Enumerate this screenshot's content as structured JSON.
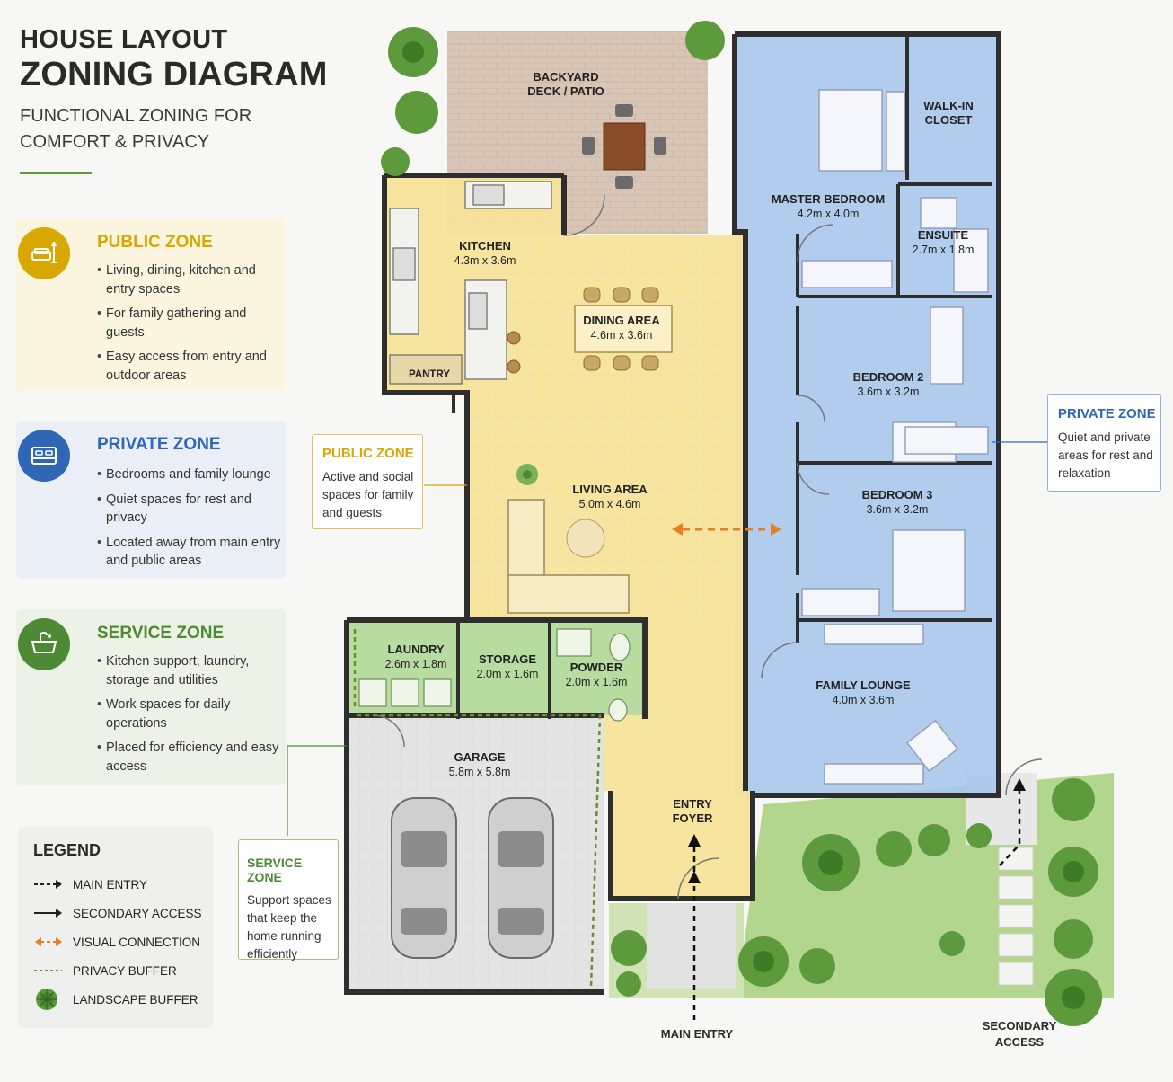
{
  "header": {
    "line1": "HOUSE LAYOUT",
    "line2": "ZONING DIAGRAM",
    "subtitle": "FUNCTIONAL ZONING FOR COMFORT & PRIVACY"
  },
  "zones": [
    {
      "title": "PUBLIC ZONE",
      "color": "#d8a700",
      "bg": "#fbf4df",
      "icon": "sofa-lamp-icon",
      "items": [
        "Living, dining, kitchen and entry spaces",
        "For family gathering and guests",
        "Easy access from entry and outdoor areas"
      ]
    },
    {
      "title": "PRIVATE ZONE",
      "color": "#2f67b5",
      "bg": "#e9eef7",
      "icon": "bed-icon",
      "items": [
        "Bedrooms and family lounge",
        "Quiet spaces for rest and privacy",
        "Located away from main entry and public areas"
      ]
    },
    {
      "title": "SERVICE ZONE",
      "color": "#4e8a36",
      "bg": "#ecf3e6",
      "icon": "sink-icon",
      "items": [
        "Kitchen support, laundry, storage and utilities",
        "Work spaces for daily operations",
        "Placed for efficiency and easy access"
      ]
    }
  ],
  "legend": {
    "title": "LEGEND",
    "items": [
      {
        "label": "MAIN ENTRY",
        "icon": "dashed-arrow-icon",
        "color": "#222222"
      },
      {
        "label": "SECONDARY ACCESS",
        "icon": "solid-arrow-icon",
        "color": "#222222"
      },
      {
        "label": "VISUAL CONNECTION",
        "icon": "orange-double-arrow-icon",
        "color": "#e67e22"
      },
      {
        "label": "PRIVACY BUFFER",
        "icon": "green-dashed-line-icon",
        "color": "#6b8f2a"
      },
      {
        "label": "LANDSCAPE BUFFER",
        "icon": "tree-icon",
        "color": "#4e8a36"
      }
    ]
  },
  "callouts": {
    "public": {
      "title": "PUBLIC ZONE",
      "text": "Active and social spaces for family and guests",
      "color": "#d8a700"
    },
    "private": {
      "title": "PRIVATE ZONE",
      "text": "Quiet and private areas for rest and relaxation",
      "color": "#2f67b5"
    },
    "service": {
      "title": "SERVICE ZONE",
      "text": "Support spaces that keep the home running efficiently",
      "color": "#4e8a36"
    }
  },
  "rooms": {
    "backyard": {
      "name": "BACKYARD",
      "name2": "DECK / PATIO"
    },
    "kitchen": {
      "name": "KITCHEN",
      "dim": "4.3m x 3.6m"
    },
    "pantry": {
      "name": "PANTRY"
    },
    "dining": {
      "name": "DINING AREA",
      "dim": "4.6m x 3.6m"
    },
    "living": {
      "name": "LIVING AREA",
      "dim": "5.0m x 4.6m"
    },
    "master": {
      "name": "MASTER BEDROOM",
      "dim": "4.2m x 4.0m"
    },
    "walkin": {
      "name": "WALK-IN",
      "name2": "CLOSET"
    },
    "ensuite": {
      "name": "ENSUITE",
      "dim": "2.7m x 1.8m"
    },
    "bed2": {
      "name": "BEDROOM 2",
      "dim": "3.6m x 3.2m"
    },
    "bed3": {
      "name": "BEDROOM 3",
      "dim": "3.6m x 3.2m"
    },
    "lounge": {
      "name": "FAMILY LOUNGE",
      "dim": "4.0m x 3.6m"
    },
    "laundry": {
      "name": "LAUNDRY",
      "dim": "2.6m x 1.8m"
    },
    "storage": {
      "name": "STORAGE",
      "dim": "2.0m x 1.6m"
    },
    "powder": {
      "name": "POWDER",
      "dim": "2.0m x 1.6m"
    },
    "garage": {
      "name": "GARAGE",
      "dim": "5.8m x 5.8m"
    },
    "foyer": {
      "name": "ENTRY",
      "name2": "FOYER"
    }
  },
  "labels": {
    "main_entry": "MAIN ENTRY",
    "secondary_access": "SECONDARY",
    "secondary_access2": "ACCESS"
  },
  "colors": {
    "public_fill": "#f7e39a",
    "private_fill": "#a9c6ec",
    "service_fill": "#b8dba0",
    "garage_fill": "#e4e4e4",
    "deck_fill": "#d6c3b3",
    "wall": "#2e2e2e",
    "lawn": "#9ccb6c",
    "orange": "#e67e22"
  }
}
